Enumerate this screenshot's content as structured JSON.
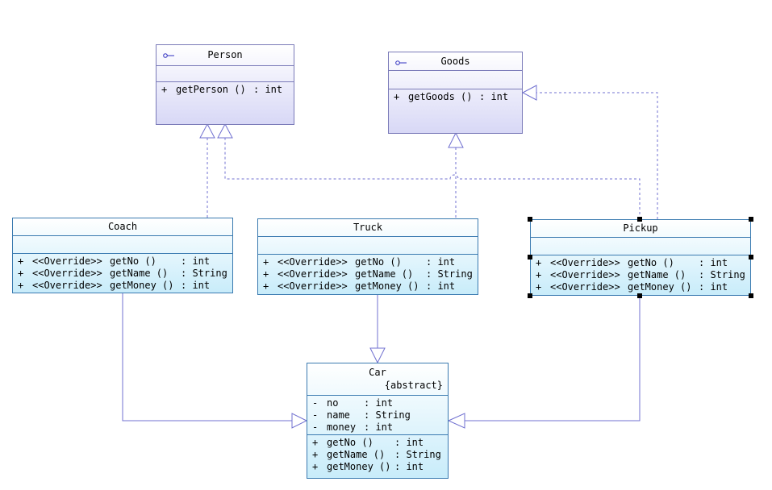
{
  "interfaces": {
    "person": {
      "name": "Person",
      "ops": [
        {
          "vis": "+",
          "name": "getPerson ()",
          "type": ": int"
        }
      ]
    },
    "goods": {
      "name": "Goods",
      "ops": [
        {
          "vis": "+",
          "name": "getGoods ()",
          "type": ": int"
        }
      ]
    }
  },
  "classes": {
    "coach": {
      "name": "Coach",
      "ops": [
        {
          "vis": "+",
          "stereo": "<<Override>>",
          "name": "getNo ()",
          "type": ": int"
        },
        {
          "vis": "+",
          "stereo": "<<Override>>",
          "name": "getName ()",
          "type": ": String"
        },
        {
          "vis": "+",
          "stereo": "<<Override>>",
          "name": "getMoney ()",
          "type": ": int"
        }
      ]
    },
    "truck": {
      "name": "Truck",
      "ops": [
        {
          "vis": "+",
          "stereo": "<<Override>>",
          "name": "getNo ()",
          "type": ": int"
        },
        {
          "vis": "+",
          "stereo": "<<Override>>",
          "name": "getName ()",
          "type": ": String"
        },
        {
          "vis": "+",
          "stereo": "<<Override>>",
          "name": "getMoney ()",
          "type": ": int"
        }
      ]
    },
    "pickup": {
      "name": "Pickup",
      "ops": [
        {
          "vis": "+",
          "stereo": "<<Override>>",
          "name": "getNo ()",
          "type": ": int"
        },
        {
          "vis": "+",
          "stereo": "<<Override>>",
          "name": "getName ()",
          "type": ": String"
        },
        {
          "vis": "+",
          "stereo": "<<Override>>",
          "name": "getMoney ()",
          "type": ": int"
        }
      ]
    },
    "car": {
      "name": "Car",
      "modifier": "{abstract}",
      "attrs": [
        {
          "vis": "-",
          "name": "no",
          "type": ": int"
        },
        {
          "vis": "-",
          "name": "name",
          "type": ": String"
        },
        {
          "vis": "-",
          "name": "money",
          "type": ": int"
        }
      ],
      "ops": [
        {
          "vis": "+",
          "name": "getNo ()",
          "type": ": int"
        },
        {
          "vis": "+",
          "name": "getName ()",
          "type": ": String"
        },
        {
          "vis": "+",
          "name": "getMoney ()",
          "type": ": int"
        }
      ]
    }
  },
  "colors": {
    "class_border": "#3a7ab0",
    "interface_border": "#7a7ab8",
    "connector": "#7070d0"
  }
}
